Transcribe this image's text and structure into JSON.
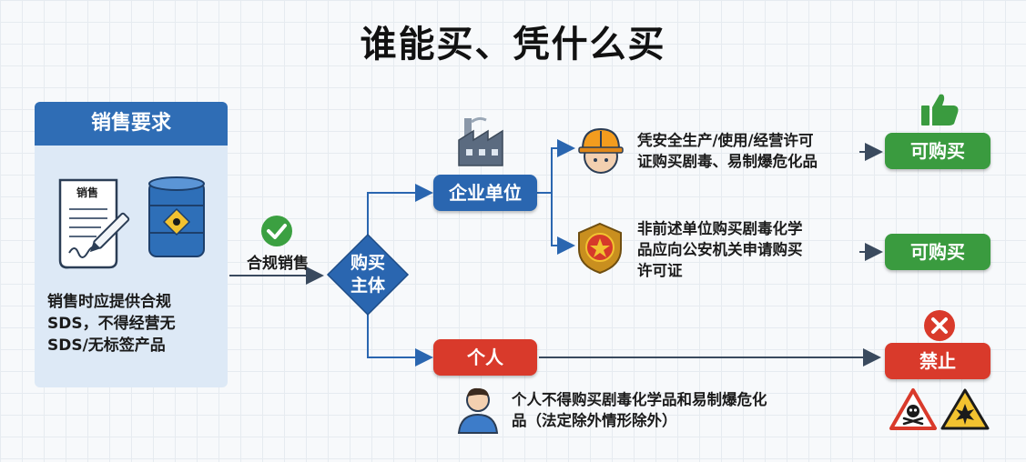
{
  "title": "谁能买、凭什么买",
  "sales": {
    "header": "销售要求",
    "doc_label": "销售",
    "note_lines": [
      "销售时应提供合规",
      "SDS，不得经营无",
      "SDS/无标签产品"
    ]
  },
  "flow": {
    "compliant_label": "合规销售",
    "buyer_lines": [
      "购买",
      "主体"
    ]
  },
  "enterprise": {
    "label": "企业单位",
    "license_lines": [
      "凭安全生产/使用/经营许可",
      "证购买剧毒、易制爆危化品"
    ],
    "license_result": "可购买",
    "police_lines": [
      "非前述单位购买剧毒化学",
      "品应向公安机关申请购买",
      "许可证"
    ],
    "police_result": "可购买"
  },
  "individual": {
    "label": "个人",
    "note_lines": [
      "个人不得购买剧毒化学品和易制爆危化",
      "品（法定除外情形除外）"
    ],
    "result": "禁止"
  },
  "colors": {
    "blue": "#2a66b0",
    "green": "#3a9b3f",
    "red": "#d93a2b",
    "panel": "#dde9f6"
  },
  "icons": [
    "document-pen-icon",
    "hazard-barrel-icon",
    "check-circle-icon",
    "factory-icon",
    "hard-hat-worker-icon",
    "police-badge-icon",
    "thumbs-up-icon",
    "person-icon",
    "cross-circle-icon",
    "toxic-warning-icon",
    "explosive-warning-icon"
  ]
}
